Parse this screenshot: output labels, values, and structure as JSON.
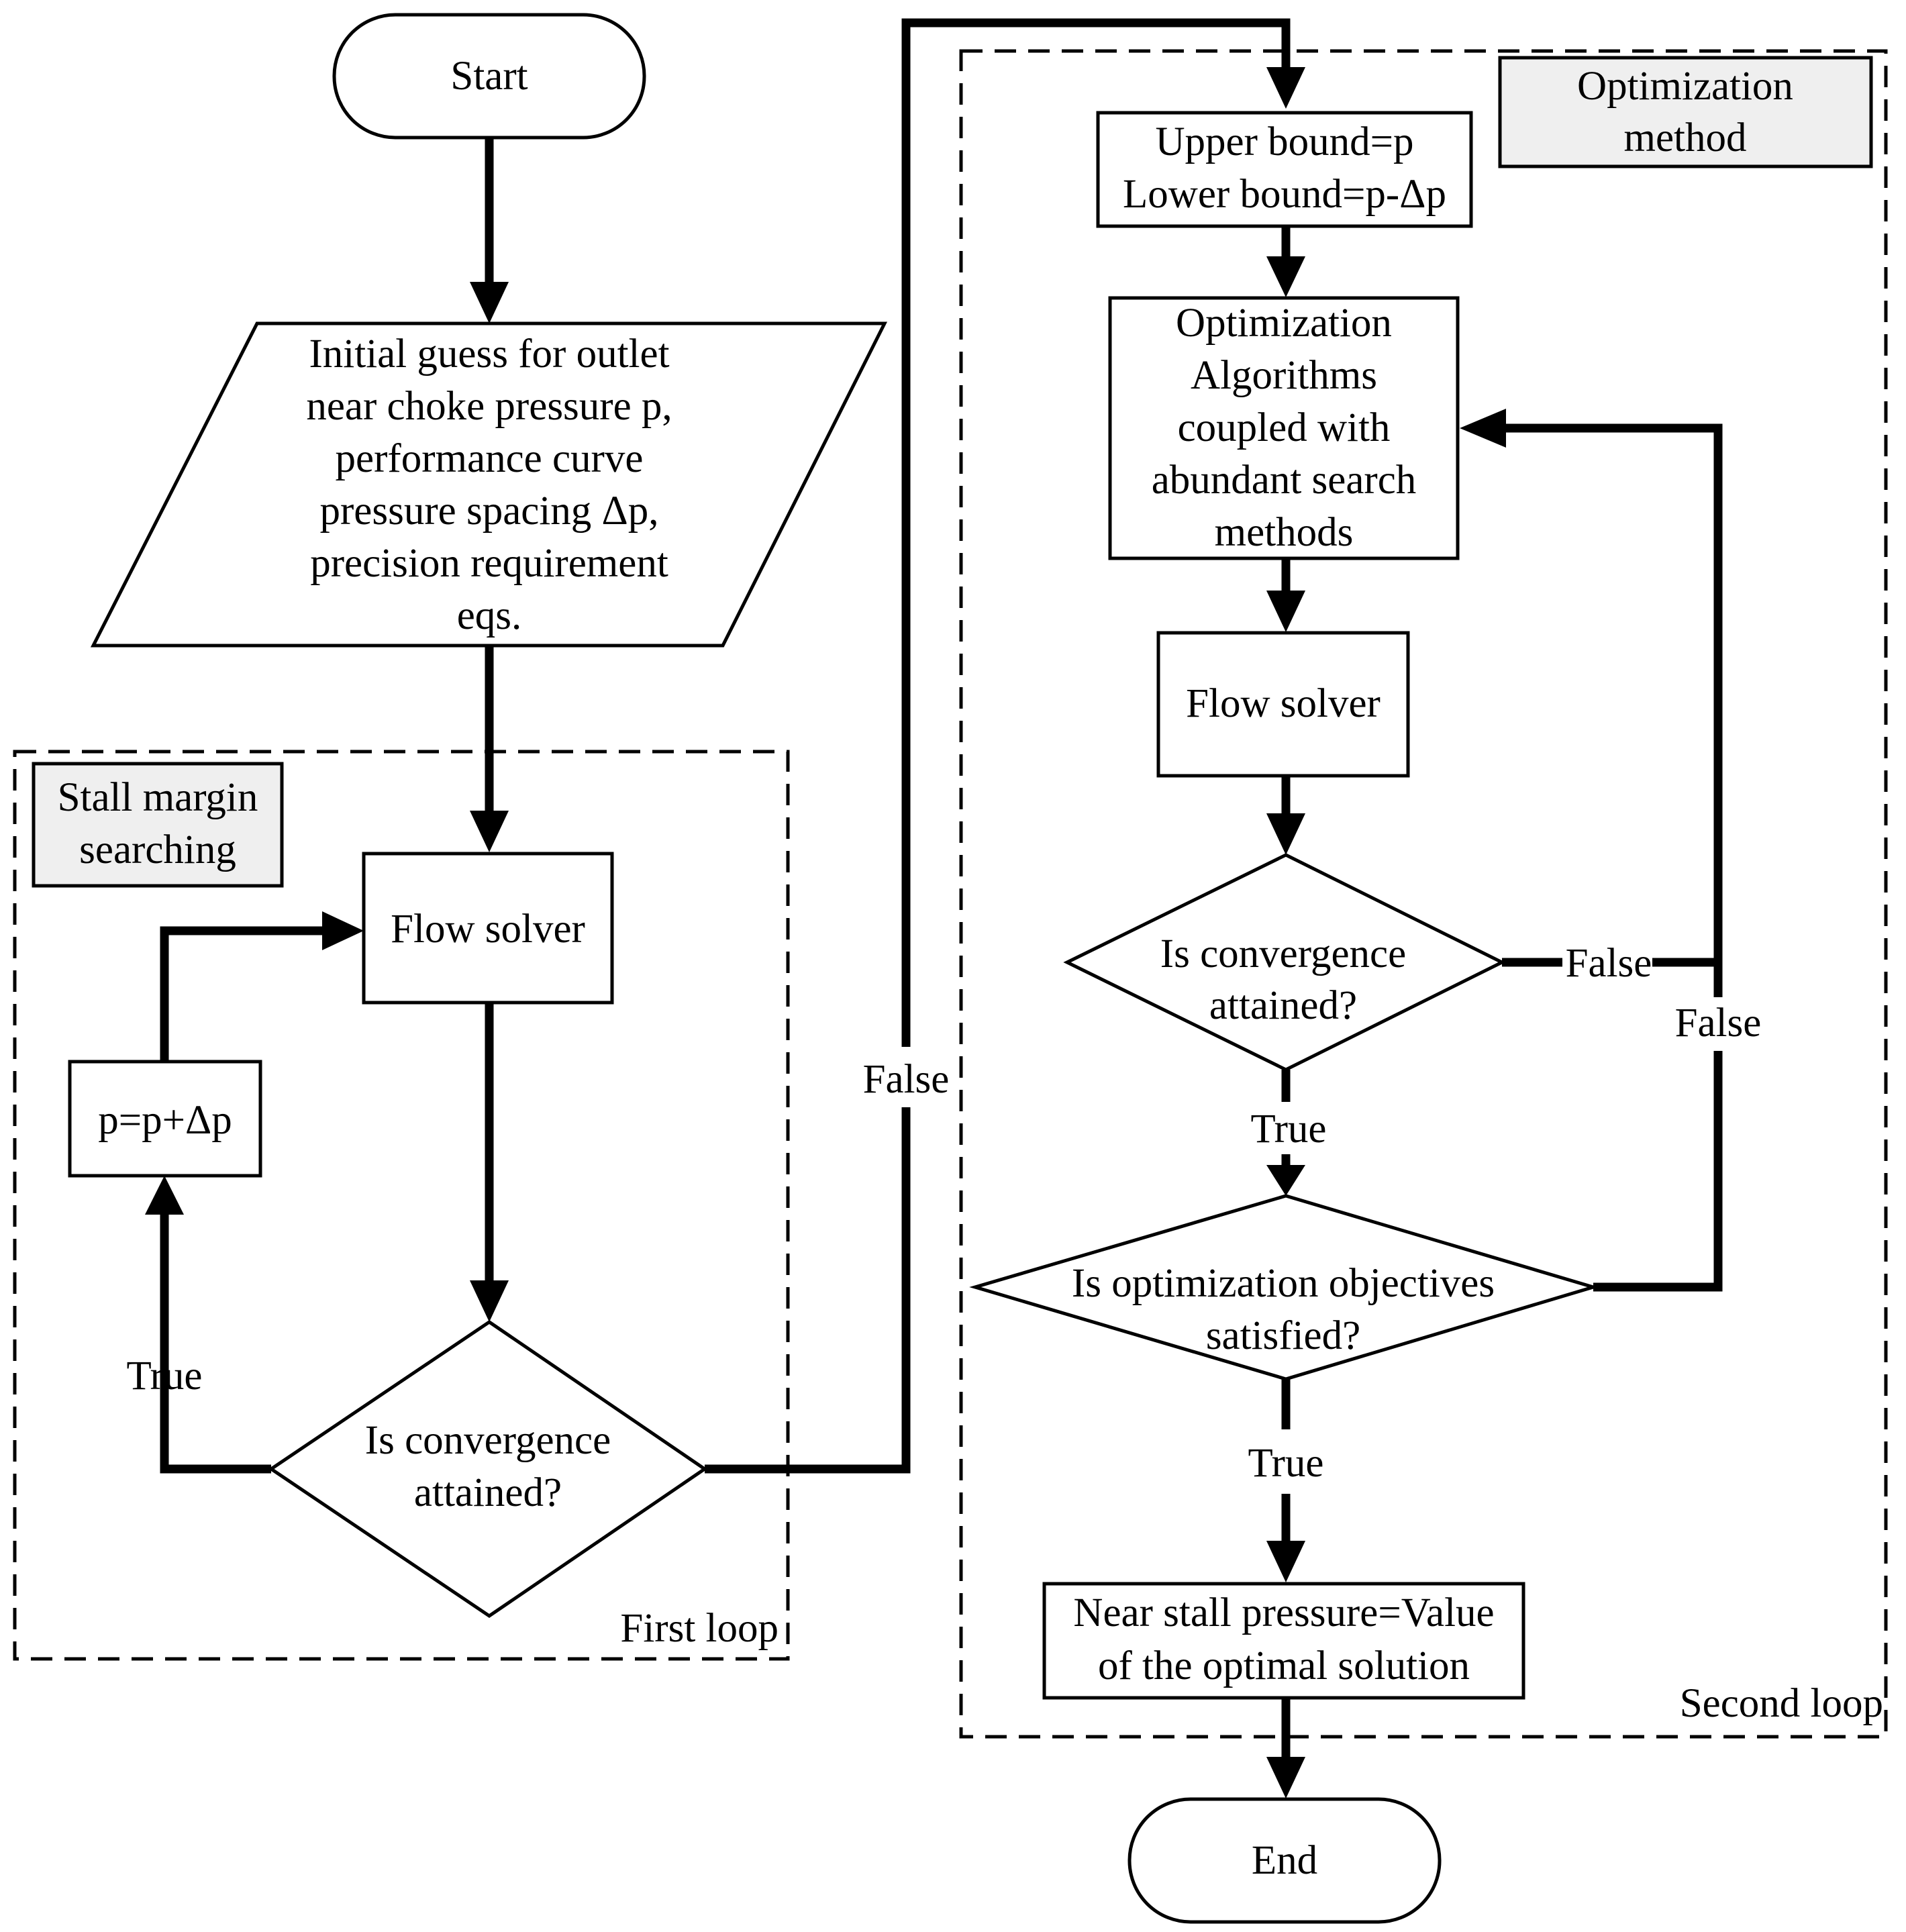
{
  "diagram": {
    "regions": {
      "first_loop": {
        "tag": [
          "Stall margin",
          "searching"
        ],
        "caption": "First loop"
      },
      "second_loop": {
        "tag": [
          "Optimization",
          "method"
        ],
        "caption": "Second loop"
      }
    },
    "nodes": {
      "start": [
        "Start"
      ],
      "initial_guess": [
        "Initial guess for outlet",
        "near choke pressure p,",
        "performance curve",
        "pressure spacing Δp,",
        "precision requirement",
        "eqs."
      ],
      "flow_solver_1": [
        "Flow solver"
      ],
      "increment": [
        "p=p+Δp"
      ],
      "convergence_1": [
        "Is  convergence",
        "attained?"
      ],
      "bounds": [
        "Upper bound=p",
        "Lower bound=p-Δp"
      ],
      "optimizer": [
        "Optimization",
        "Algorithms",
        "coupled with",
        "abundant search",
        "methods"
      ],
      "flow_solver_2": [
        "Flow solver"
      ],
      "convergence_2": [
        "Is  convergence",
        "attained?"
      ],
      "objectives": [
        "Is optimization objectives",
        "satisfied?"
      ],
      "result": [
        "Near stall pressure=Value",
        "of the optimal solution"
      ],
      "end": [
        "End"
      ]
    },
    "edge_labels": {
      "loop1_true": "True",
      "loop1_false": "False",
      "conv2_false": "False",
      "conv2_true": "True",
      "obj_false": "False",
      "obj_true": "True"
    }
  }
}
